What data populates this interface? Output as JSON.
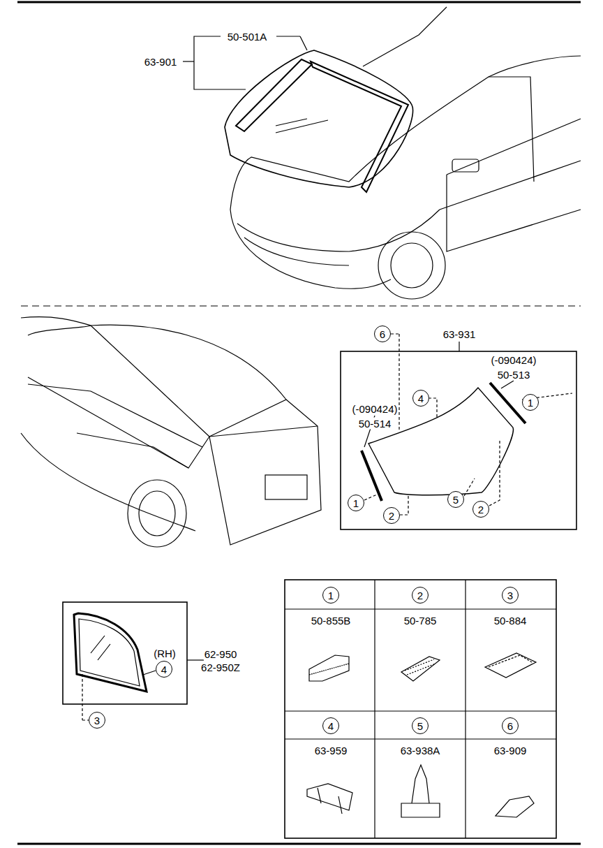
{
  "diagram": {
    "labels": [
      "50-501A",
      "63-901",
      "6",
      "63-931",
      "(-090424)",
      "50-513",
      "4",
      "1",
      "(-090424)",
      "50-514",
      "1",
      "2",
      "5",
      "2",
      "(RH)",
      "4",
      "62-950",
      "62-950Z",
      "3",
      "1",
      "2",
      "3",
      "50-855B",
      "50-785",
      "50-884",
      "4",
      "5",
      "6",
      "63-959",
      "63-938A",
      "63-909"
    ]
  }
}
